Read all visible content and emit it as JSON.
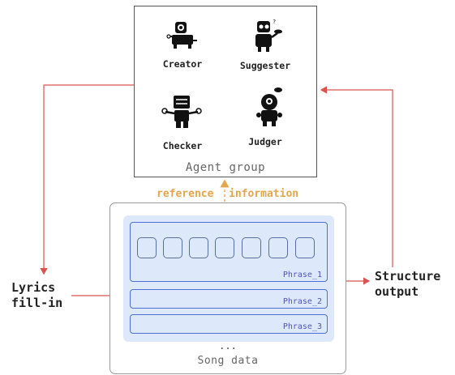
{
  "agent_group": {
    "title": "Agent group",
    "agents": [
      {
        "name": "Creator",
        "icon": "creator-robot-icon"
      },
      {
        "name": "Suggester",
        "icon": "suggester-robot-icon"
      },
      {
        "name": "Checker",
        "icon": "checker-robot-icon"
      },
      {
        "name": "Judger",
        "icon": "judger-robot-icon"
      }
    ]
  },
  "reference_label": [
    "reference",
    "information"
  ],
  "song_data": {
    "title": "Song data",
    "ellipsis": "...",
    "phrases": [
      "Phrase_1",
      "Phrase_2",
      "Phrase_3"
    ],
    "slot_count": 7
  },
  "inputs": {
    "lyrics_fill_in": [
      "Lyrics",
      "fill-in"
    ]
  },
  "outputs": {
    "structure_output": [
      "Structure",
      "output"
    ]
  },
  "colors": {
    "arrow_red": "#d9534f",
    "reference_orange": "#e5a54b",
    "phrase_fill": "#dde9fb",
    "phrase_border": "#4f6fd6"
  }
}
